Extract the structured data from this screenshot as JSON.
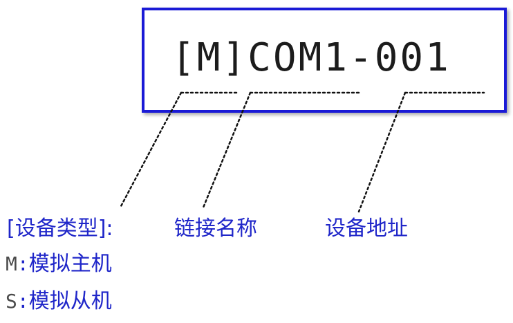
{
  "code": "[M]COM1-001",
  "labels": {
    "device_type": "[设备类型]:",
    "link_name": "链接名称",
    "device_address": "设备地址"
  },
  "legend": [
    {
      "key": "M",
      "sep": ":",
      "text": "模拟主机"
    },
    {
      "key": "S",
      "sep": ":",
      "text": "模拟从机"
    }
  ],
  "colors": {
    "border": "#1a1ad6",
    "label": "#1f26c9",
    "code_text": "#1c1c1c"
  }
}
